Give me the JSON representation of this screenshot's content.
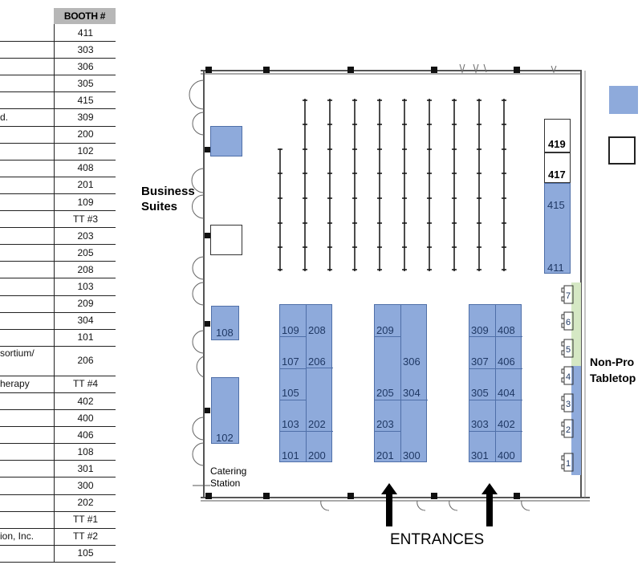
{
  "table": {
    "header": "BOOTH #",
    "rows": [
      {
        "name": "",
        "booth": "411"
      },
      {
        "name": "",
        "booth": "303"
      },
      {
        "name": "",
        "booth": "306"
      },
      {
        "name": "",
        "booth": "305"
      },
      {
        "name": "",
        "booth": "415"
      },
      {
        "name": "d.",
        "booth": "309"
      },
      {
        "name": "",
        "booth": "200"
      },
      {
        "name": "",
        "booth": "102"
      },
      {
        "name": "",
        "booth": "408"
      },
      {
        "name": "",
        "booth": "201"
      },
      {
        "name": "",
        "booth": "109"
      },
      {
        "name": "",
        "booth": "TT #3"
      },
      {
        "name": "",
        "booth": "203"
      },
      {
        "name": "",
        "booth": "205"
      },
      {
        "name": "",
        "booth": "208"
      },
      {
        "name": "",
        "booth": "103"
      },
      {
        "name": "",
        "booth": "209"
      },
      {
        "name": "",
        "booth": "304"
      },
      {
        "name": "",
        "booth": "101"
      },
      {
        "name": "sortium/",
        "booth": "206"
      },
      {
        "name": "herapy",
        "booth": "TT #4"
      },
      {
        "name": "",
        "booth": "402"
      },
      {
        "name": "",
        "booth": "400"
      },
      {
        "name": "",
        "booth": "406"
      },
      {
        "name": "",
        "booth": "108"
      },
      {
        "name": "",
        "booth": "301"
      },
      {
        "name": "",
        "booth": "300"
      },
      {
        "name": "",
        "booth": "202"
      },
      {
        "name": "",
        "booth": "TT #1"
      },
      {
        "name": "ion, Inc.",
        "booth": "TT #2"
      },
      {
        "name": "",
        "booth": "105"
      }
    ]
  },
  "floor": {
    "business_suites": "Business Suites",
    "catering_station": "Catering Station",
    "non_profit": "Non-Pro Tabletop",
    "entrances": "ENTRANCES",
    "booths_left": [
      "108",
      "102"
    ],
    "col1": {
      "left": [
        "109",
        "107",
        "105",
        "103",
        "101"
      ],
      "right": [
        "208",
        "206",
        "202",
        "200"
      ]
    },
    "col2": {
      "left": [
        "209",
        "205",
        "203",
        "201"
      ],
      "right": [
        "306",
        "304",
        "300"
      ]
    },
    "col3": {
      "left": [
        "309",
        "307",
        "305",
        "303",
        "301"
      ],
      "right": [
        "408",
        "406",
        "404",
        "402",
        "400"
      ]
    },
    "right_column": [
      "419",
      "417",
      "415",
      "411"
    ],
    "tabletops": [
      "7",
      "6",
      "5",
      "4",
      "3",
      "2",
      "1"
    ],
    "colors": {
      "booth": "#8eaadb",
      "booth_border": "#4f6fa8",
      "tabletop_green": "#d5e8c4"
    }
  }
}
